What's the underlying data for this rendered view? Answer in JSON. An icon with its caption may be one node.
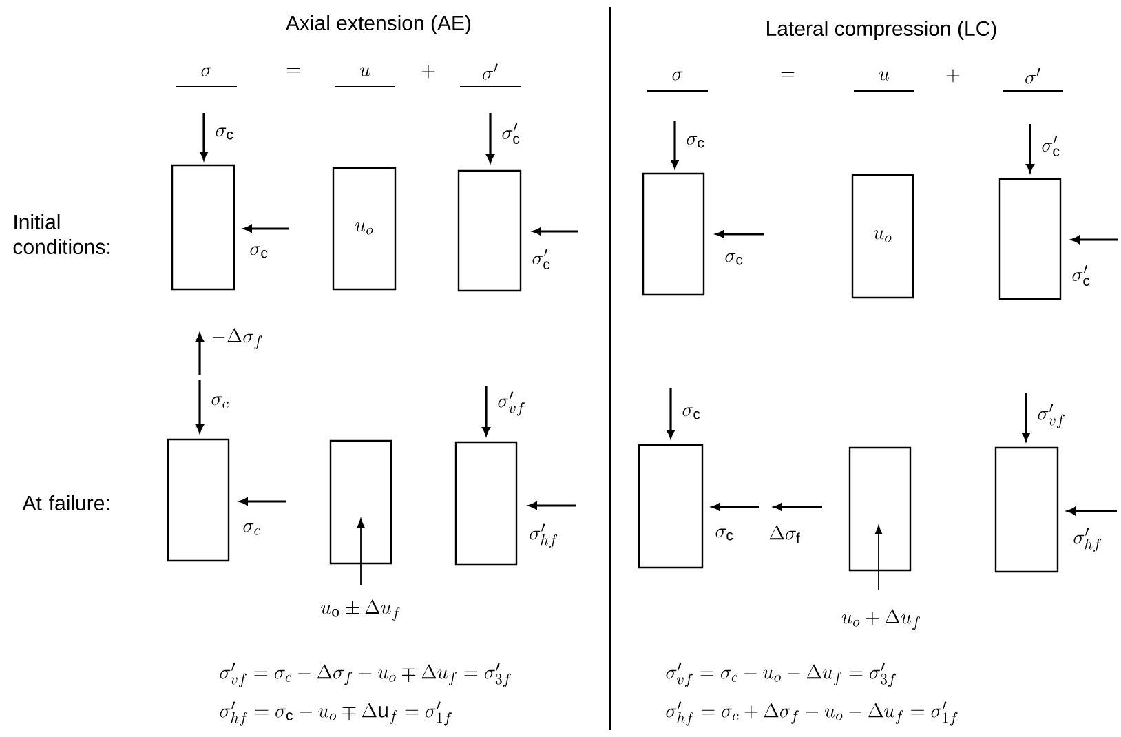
{
  "diagram": {
    "nodes": [
      {
        "text": [],
        "shape": "box",
        "beside": [
          "\\sigma_{\\mathrm{c}}",
          "\\sigma_{\\mathrm{c}}"
        ]
      },
      {
        "text": [
          "u_o"
        ]
      },
      {
        "text": [],
        "shape": "box",
        "beside": [
          "\\sigma'_{\\mathrm{c}}",
          "\\sigma'_{\\mathrm{c}}"
        ]
      },
      {
        "text": [],
        "shape": "box",
        "beside": [
          "\\sigma_{\\mathrm{c}}",
          "\\sigma_{\\mathrm{c}}"
        ]
      },
      {
        "text": [
          "u_o"
        ]
      },
      {
        "text": [],
        "shape": "box",
        "beside": [
          "\\sigma'_{\\mathrm{c}}",
          "\\sigma'_{\\mathrm{c}}"
        ]
      },
      {
        "text": [],
        "shape": "box",
        "beside": [
          "-\\Delta\\sigma_f",
          "\\sigma_c",
          "\\sigma_c"
        ]
      },
      {
        "text": [],
        "shape": "box",
        "beside": [
          "u_{\\mathrm{o}} \\pm \\Delta u_f"
        ]
      },
      {
        "text": [],
        "shape": "box",
        "beside": [
          "\\sigma'_{vf}",
          "\\sigma'_{hf}"
        ]
      },
      {
        "text": [],
        "shape": "box",
        "beside": [
          "\\sigma_{\\mathrm{c}}",
          "\\sigma_{\\mathrm{c}}",
          "\\Delta\\sigma_{\\mathrm{f}}"
        ]
      },
      {
        "text": [],
        "shape": "box",
        "beside": [
          "u_o + \\Delta u_f"
        ]
      },
      {
        "text": [],
        "shape": "box",
        "beside": [
          "\\sigma'_{vf}",
          "\\sigma'_{hf}"
        ]
      }
    ],
    "labels": [
      "Axial extension (AE)",
      "Lateral compression (LC)",
      "\\sigma",
      "=",
      "u",
      "+",
      "\\sigma'",
      "\\sigma",
      "=",
      "u",
      "+",
      "\\sigma'",
      "Initial conditions:",
      "At failure:",
      "\\sigma'_{vf} = \\sigma_c - \\Delta\\sigma_f - u_o \\mp \\Delta u_f = \\sigma'_{3f}",
      "\\sigma'_{hf} = \\sigma_{\\mathrm{c}} - u_o \\mp \\Delta \\mathrm{u}_f = \\sigma'_{1f}",
      "\\sigma'_{vf} = \\sigma_c - u_o - \\Delta u_f = \\sigma'_{3f}",
      "\\sigma'_{hf} = \\sigma_c + \\Delta\\sigma_f - u_o - \\Delta u_f = \\sigma'_{1f}"
    ]
  }
}
